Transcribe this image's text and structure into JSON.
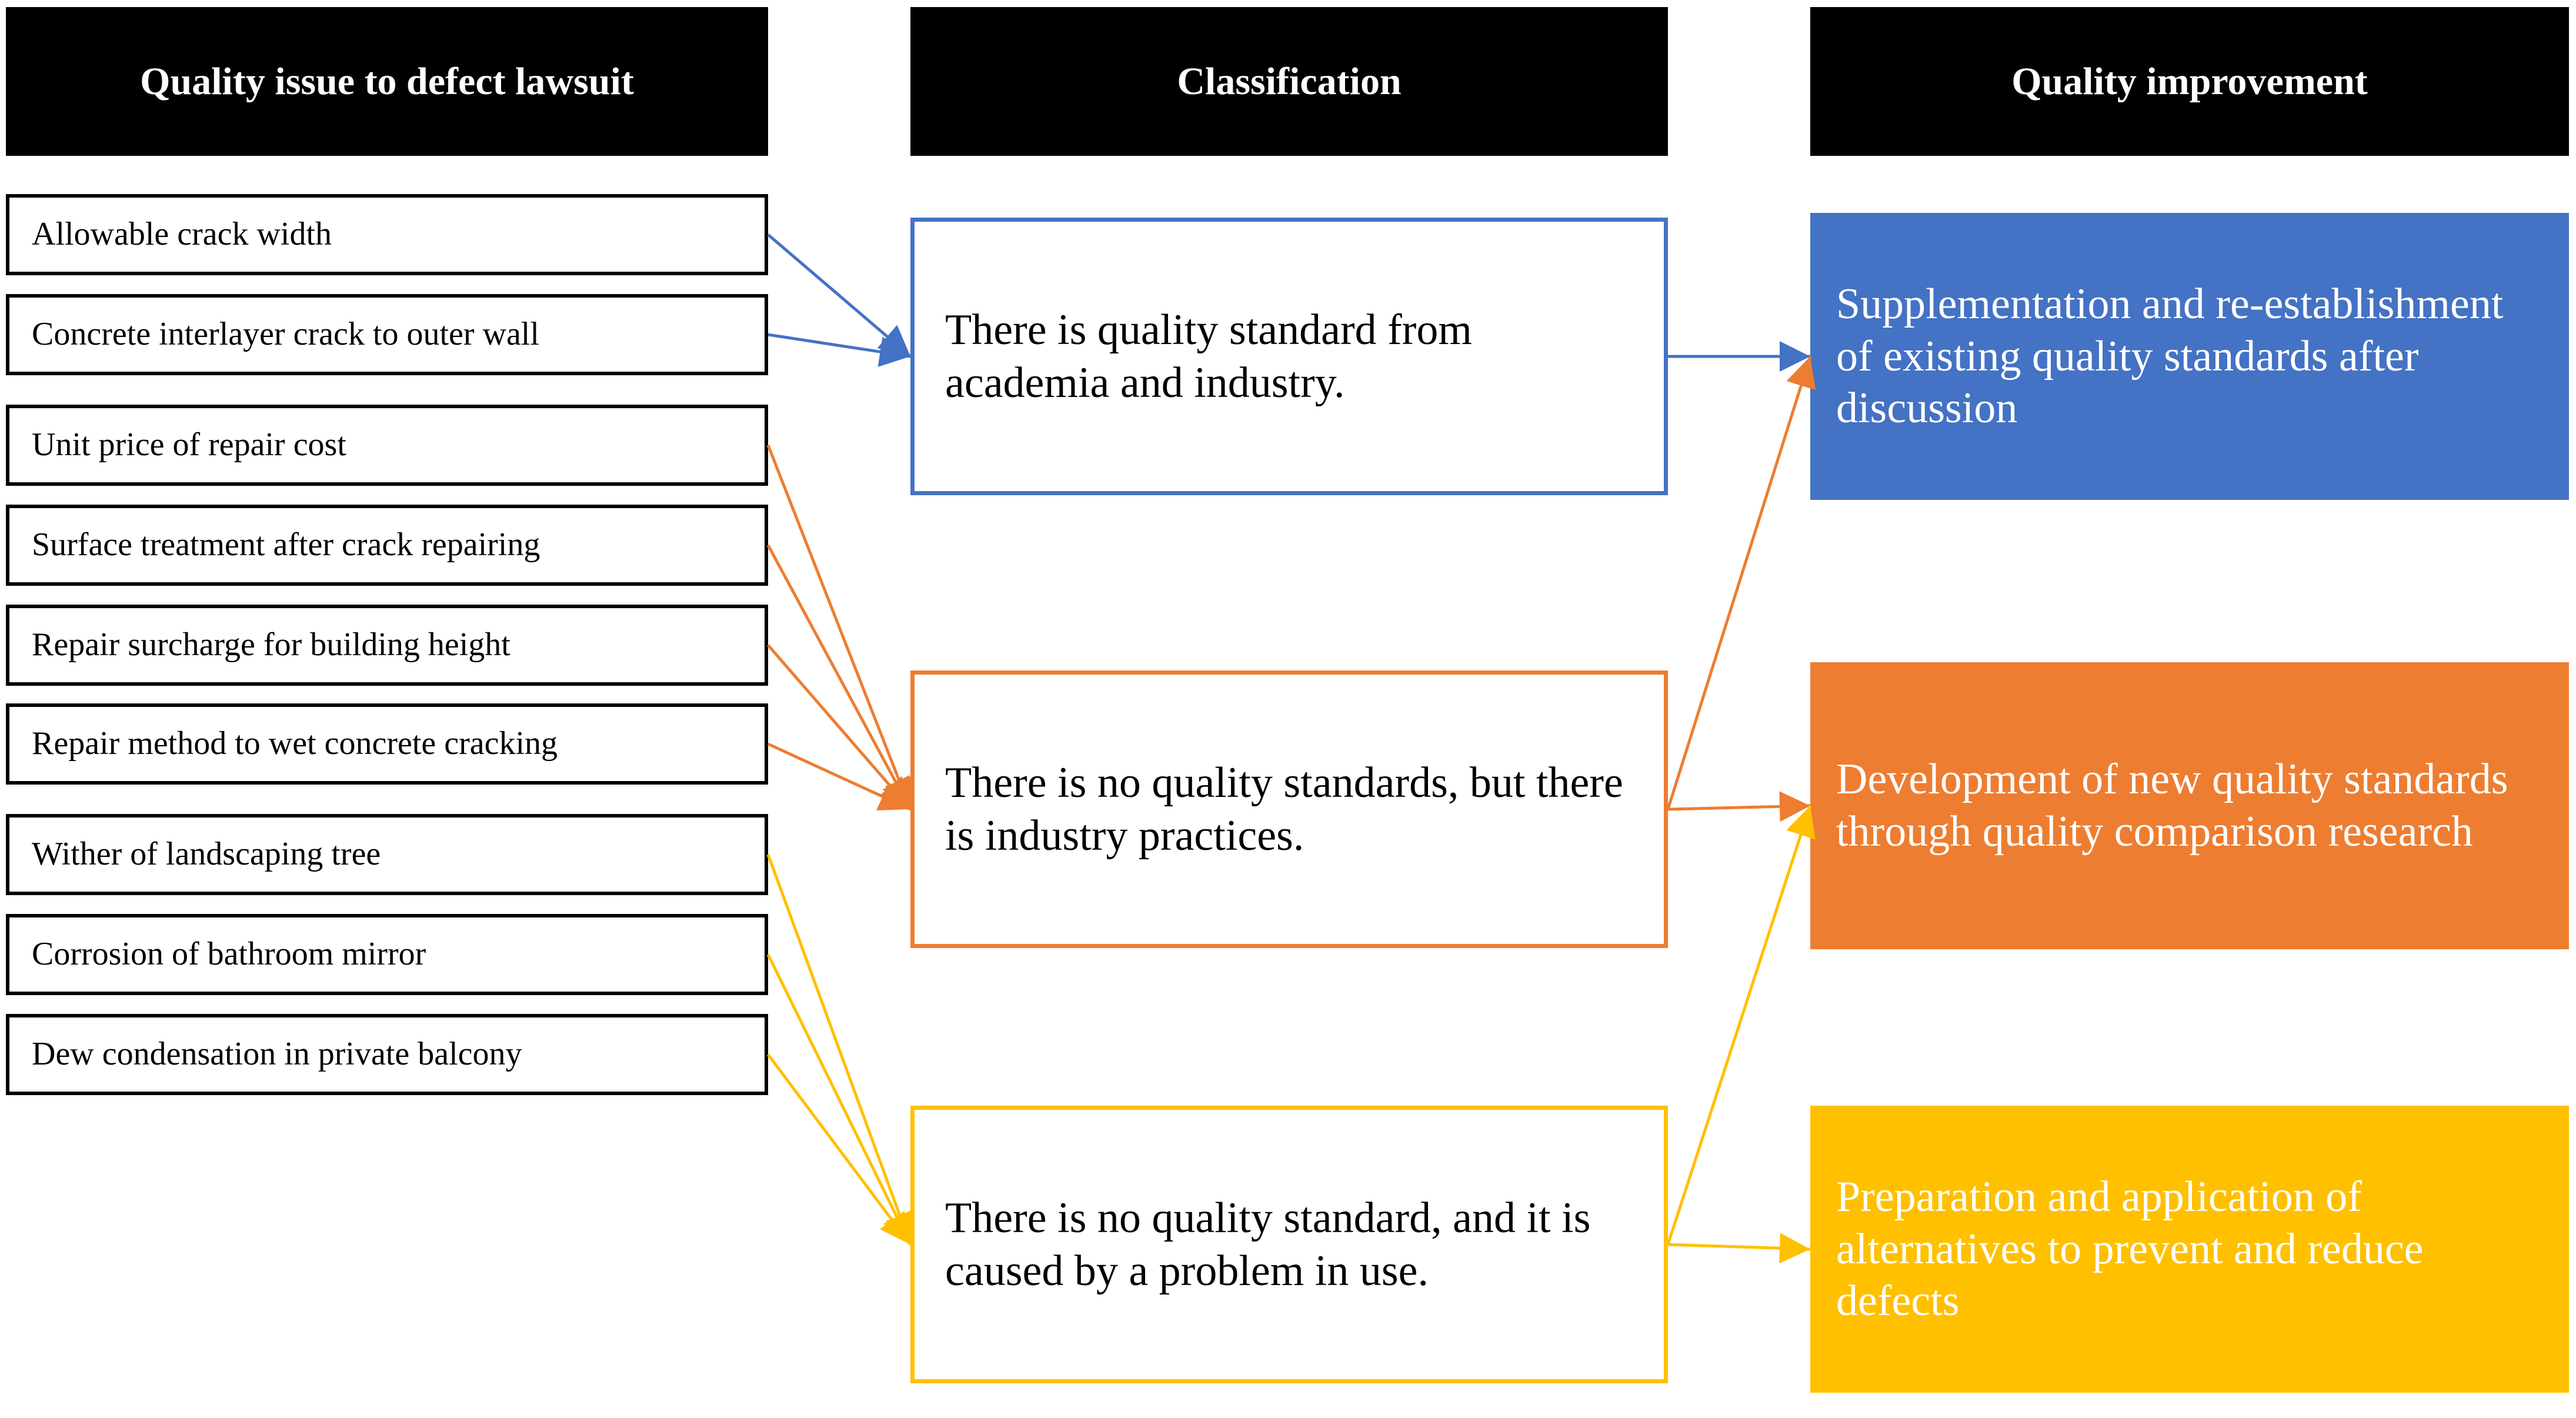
{
  "colors": {
    "blue": "#4472C4",
    "orange": "#ED7D31",
    "yellow": "#FFC000",
    "header_bg": "#000000",
    "header_text": "#FFFFFF",
    "box_border": "#000000",
    "page_bg": "#FFFFFF"
  },
  "headers": {
    "issue": "Quality issue to defect lawsuit",
    "classification": "Classification",
    "improvement": "Quality improvement"
  },
  "issues": [
    {
      "label": "Allowable crack width",
      "group": "blue"
    },
    {
      "label": "Concrete interlayer crack to outer wall",
      "group": "blue"
    },
    {
      "label": "Unit price of repair cost",
      "group": "orange"
    },
    {
      "label": "Surface treatment after crack repairing",
      "group": "orange"
    },
    {
      "label": "Repair surcharge for building height",
      "group": "orange"
    },
    {
      "label": "Repair method to wet concrete cracking",
      "group": "orange"
    },
    {
      "label": "Wither of landscaping tree",
      "group": "yellow"
    },
    {
      "label": "Corrosion of bathroom mirror",
      "group": "yellow"
    },
    {
      "label": "Dew condensation in private balcony",
      "group": "yellow"
    }
  ],
  "classifications": [
    {
      "label": "There is quality standard from academia and industry.",
      "group": "blue"
    },
    {
      "label": "There is no quality standards, but there is industry practices.",
      "group": "orange"
    },
    {
      "label": "There is no quality standard, and it is caused by a problem in use.",
      "group": "yellow"
    }
  ],
  "improvements": [
    {
      "label": "Supplementation and re-establishment of existing quality standards after discussion",
      "group": "blue"
    },
    {
      "label": "Development of new quality standards through quality comparison research",
      "group": "orange"
    },
    {
      "label": "Preparation and application of alternatives to prevent and reduce defects",
      "group": "yellow"
    }
  ],
  "links": [
    {
      "from": "issue-0",
      "to": "classification-0",
      "color": "#4472C4"
    },
    {
      "from": "issue-1",
      "to": "classification-0",
      "color": "#4472C4"
    },
    {
      "from": "issue-2",
      "to": "classification-1",
      "color": "#ED7D31"
    },
    {
      "from": "issue-3",
      "to": "classification-1",
      "color": "#ED7D31"
    },
    {
      "from": "issue-4",
      "to": "classification-1",
      "color": "#ED7D31"
    },
    {
      "from": "issue-5",
      "to": "classification-1",
      "color": "#ED7D31"
    },
    {
      "from": "issue-6",
      "to": "classification-2",
      "color": "#FFC000"
    },
    {
      "from": "issue-7",
      "to": "classification-2",
      "color": "#FFC000"
    },
    {
      "from": "issue-8",
      "to": "classification-2",
      "color": "#FFC000"
    },
    {
      "from": "classification-0",
      "to": "improvement-0",
      "color": "#4472C4"
    },
    {
      "from": "classification-1",
      "to": "improvement-0",
      "color": "#ED7D31"
    },
    {
      "from": "classification-1",
      "to": "improvement-1",
      "color": "#ED7D31"
    },
    {
      "from": "classification-2",
      "to": "improvement-1",
      "color": "#FFC000"
    },
    {
      "from": "classification-2",
      "to": "improvement-2",
      "color": "#FFC000"
    }
  ]
}
